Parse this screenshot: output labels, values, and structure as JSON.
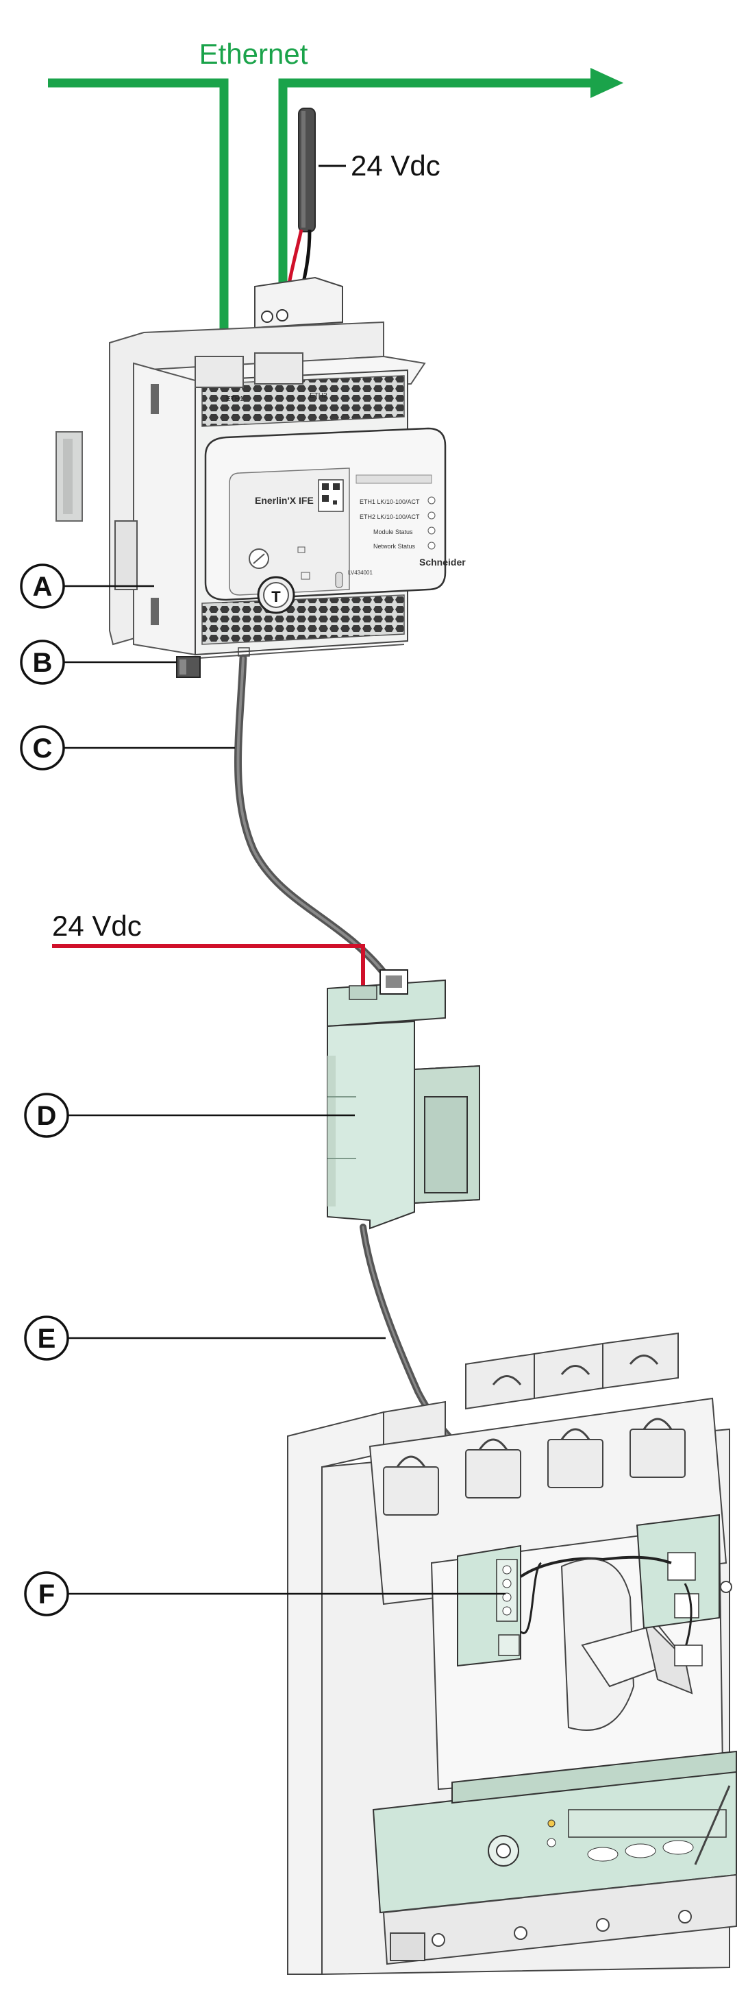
{
  "labels": {
    "ethernet": "Ethernet",
    "supply_top": "24 Vdc",
    "supply_mid": "24 Vdc"
  },
  "device_text": {
    "model": "Enerlin'X IFE",
    "eth1_port": "ETH1",
    "eth2_port": "ETH2",
    "eth1_led": "ETH1 LK/10-100/ACT",
    "eth2_led": "ETH2 LK/10-100/ACT",
    "module_status": "Module Status",
    "network_status": "Network Status",
    "brand": "Schneider",
    "test_button": "T",
    "part_number": "LV434001"
  },
  "callouts": [
    {
      "letter": "A",
      "meaning": ""
    },
    {
      "letter": "B",
      "meaning": ""
    },
    {
      "letter": "C",
      "meaning": ""
    },
    {
      "letter": "D",
      "meaning": ""
    },
    {
      "letter": "E",
      "meaning": ""
    },
    {
      "letter": "F",
      "meaning": ""
    }
  ],
  "colors": {
    "ethernet_green": "#1aa34a",
    "supply_red": "#d0102a",
    "module_gray": "#e9ebea",
    "mint": "#cfe6da",
    "cable_gray": "#6b6b6b"
  }
}
